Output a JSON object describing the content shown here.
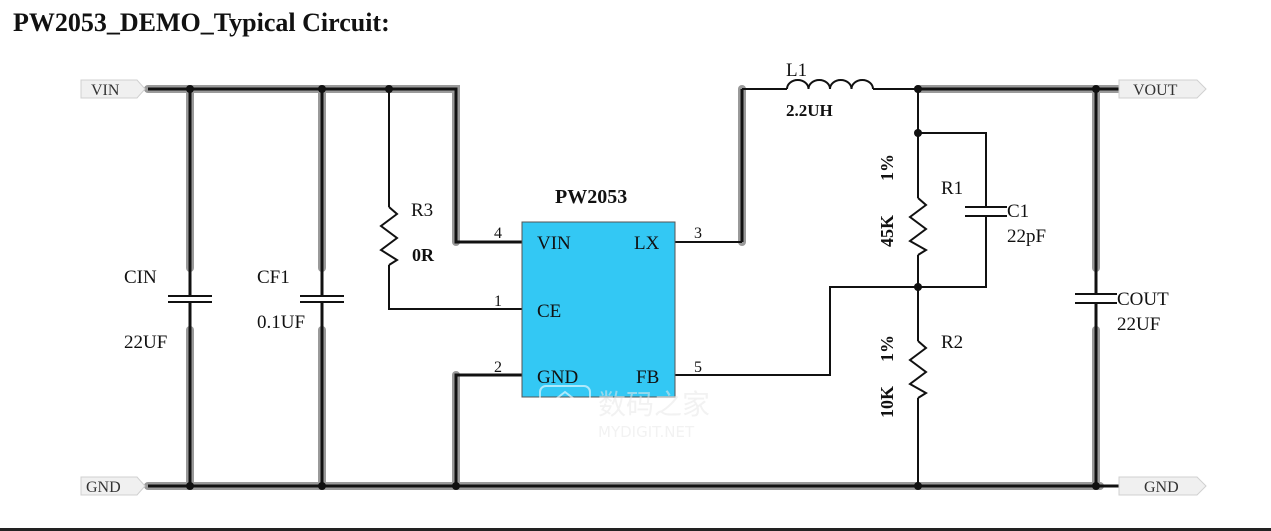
{
  "title": "PW2053_DEMO_Typical Circuit:",
  "colors": {
    "ic_fill": "#33c8f4",
    "highlight": "#9a9a9a",
    "wire": "#111111"
  },
  "ports": {
    "vin": "VIN",
    "vout": "VOUT",
    "gnd_left": "GND",
    "gnd_right": "GND"
  },
  "ic": {
    "name": "PW2053",
    "pins": [
      {
        "number": "4",
        "label": "VIN"
      },
      {
        "number": "1",
        "label": "CE"
      },
      {
        "number": "2",
        "label": "GND"
      },
      {
        "number": "3",
        "label": "LX"
      },
      {
        "number": "5",
        "label": "FB"
      }
    ]
  },
  "components": {
    "cin": {
      "ref": "CIN",
      "value": "22UF"
    },
    "cf1": {
      "ref": "CF1",
      "value": "0.1UF"
    },
    "r3": {
      "ref": "R3",
      "value": "0R"
    },
    "l1": {
      "ref": "L1",
      "value": "2.2UH"
    },
    "r1": {
      "ref": "R1",
      "value": "45K",
      "tolerance": "1%"
    },
    "c1": {
      "ref": "C1",
      "value": "22pF"
    },
    "r2": {
      "ref": "R2",
      "value": "10K",
      "tolerance": "1%"
    },
    "cout": {
      "ref": "COUT",
      "value": "22UF"
    }
  },
  "watermark": {
    "cn": "数码之家",
    "en": "MYDIGIT.NET"
  }
}
